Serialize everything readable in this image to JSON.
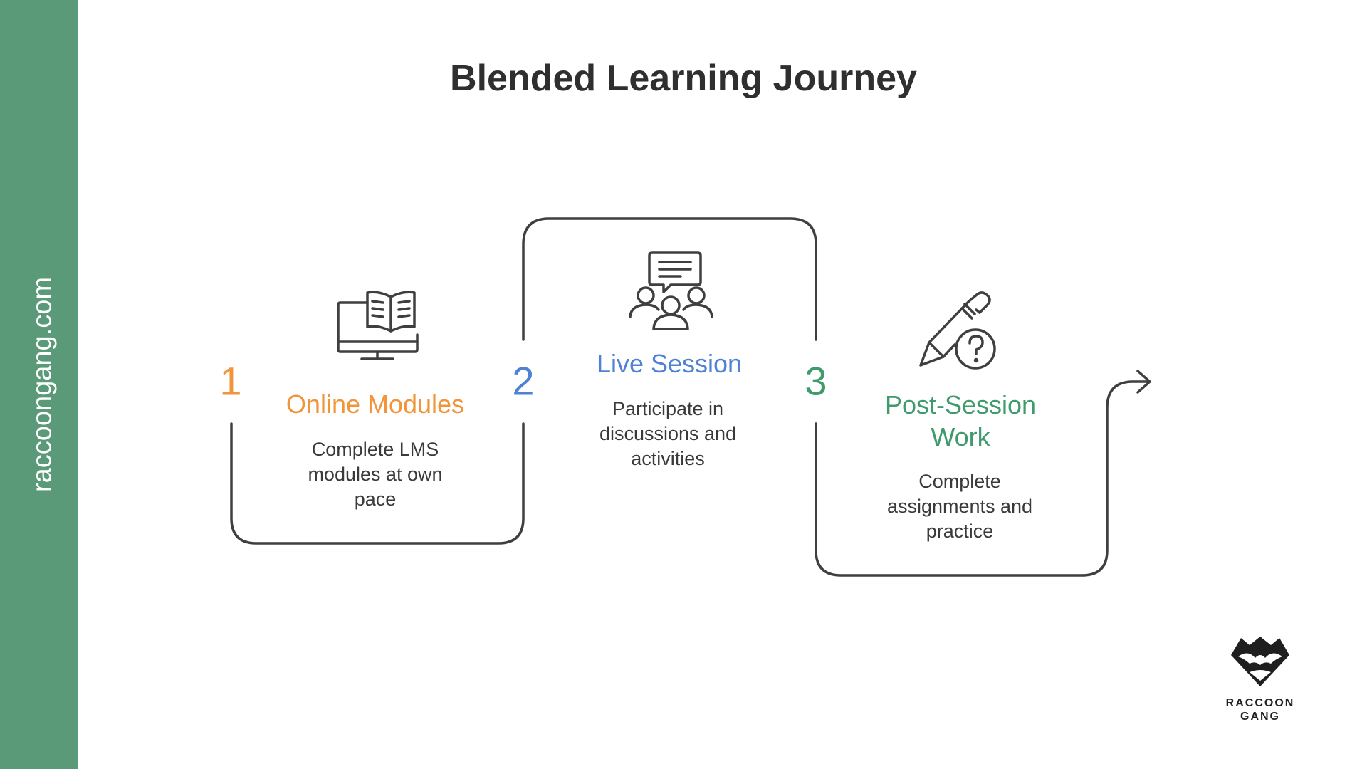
{
  "sidebar": {
    "text": "raccoongang.com",
    "color": "#5a9a78"
  },
  "title": "Blended Learning Journey",
  "colors": {
    "line": "#3f3f3f",
    "step1": "#f0953a",
    "step2": "#4f82d4",
    "step3": "#3f9a6c"
  },
  "steps": [
    {
      "number": "1",
      "title": "Online Modules",
      "description": "Complete LMS modules at own pace",
      "icon": "laptop-book-icon"
    },
    {
      "number": "2",
      "title": "Live Session",
      "description": "Participate in discussions and activities",
      "icon": "group-discussion-icon"
    },
    {
      "number": "3",
      "title": "Post-Session Work",
      "description": "Complete assignments and practice",
      "icon": "pencil-question-icon"
    }
  ],
  "logo": {
    "text": "RACCOON\nGANG",
    "icon": "raccoon-gang-logo-icon"
  }
}
